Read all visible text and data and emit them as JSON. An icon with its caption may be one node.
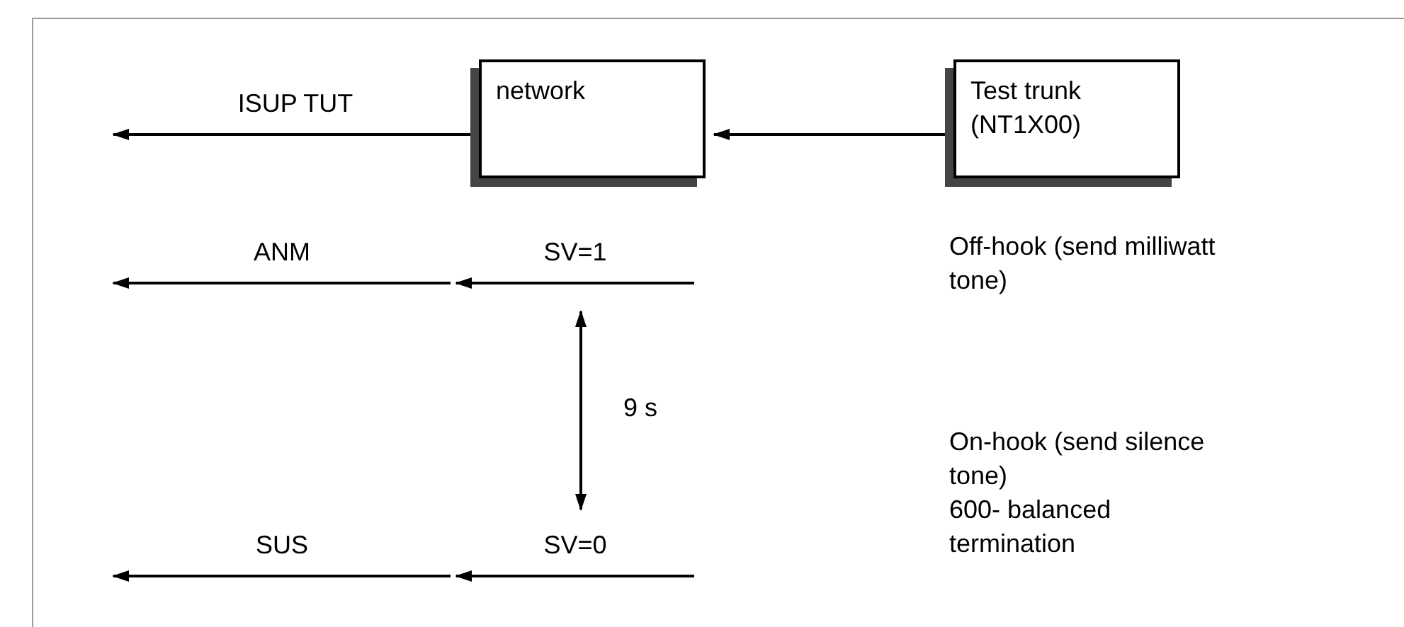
{
  "diagram": {
    "nodes": [
      {
        "text": [
          "network"
        ]
      },
      {
        "text": [
          "Test trunk (NT1X00)"
        ]
      }
    ],
    "edges": [
      {
        "from": 1,
        "to": 0,
        "arrow": "to"
      },
      {
        "from": 0,
        "to": null,
        "arrow": "to",
        "label": "ISUP TUT"
      }
    ],
    "labels": [
      "ANM",
      "SV=1",
      "Off-hook (send milliwatt tone)",
      "9 s",
      "On-hook (send silence tone)",
      "SUS",
      "SV=0",
      "600- balanced termination"
    ]
  }
}
